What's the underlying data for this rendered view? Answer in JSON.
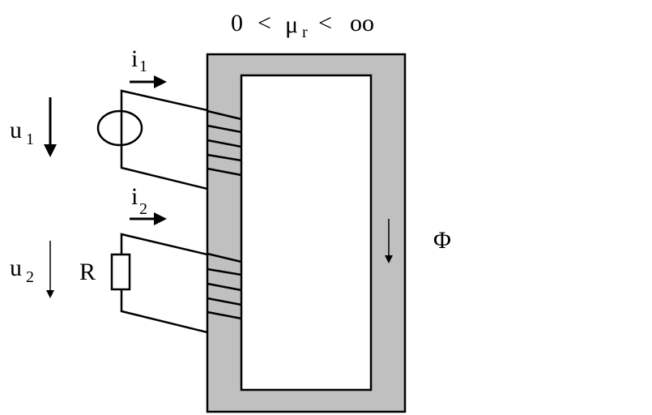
{
  "title": {
    "zero": "0",
    "lt1": "<",
    "mu": "μ",
    "mu_sub": "r",
    "lt2": "<",
    "inf": "oo"
  },
  "labels": {
    "u1": "u",
    "u1_sub": "1",
    "u2": "u",
    "u2_sub": "2",
    "i1": "i",
    "i1_sub": "1",
    "i2": "i",
    "i2_sub": "2",
    "resistor": "R",
    "flux": "Φ"
  },
  "colors": {
    "core": "#c0c0c0",
    "line": "#000000"
  }
}
